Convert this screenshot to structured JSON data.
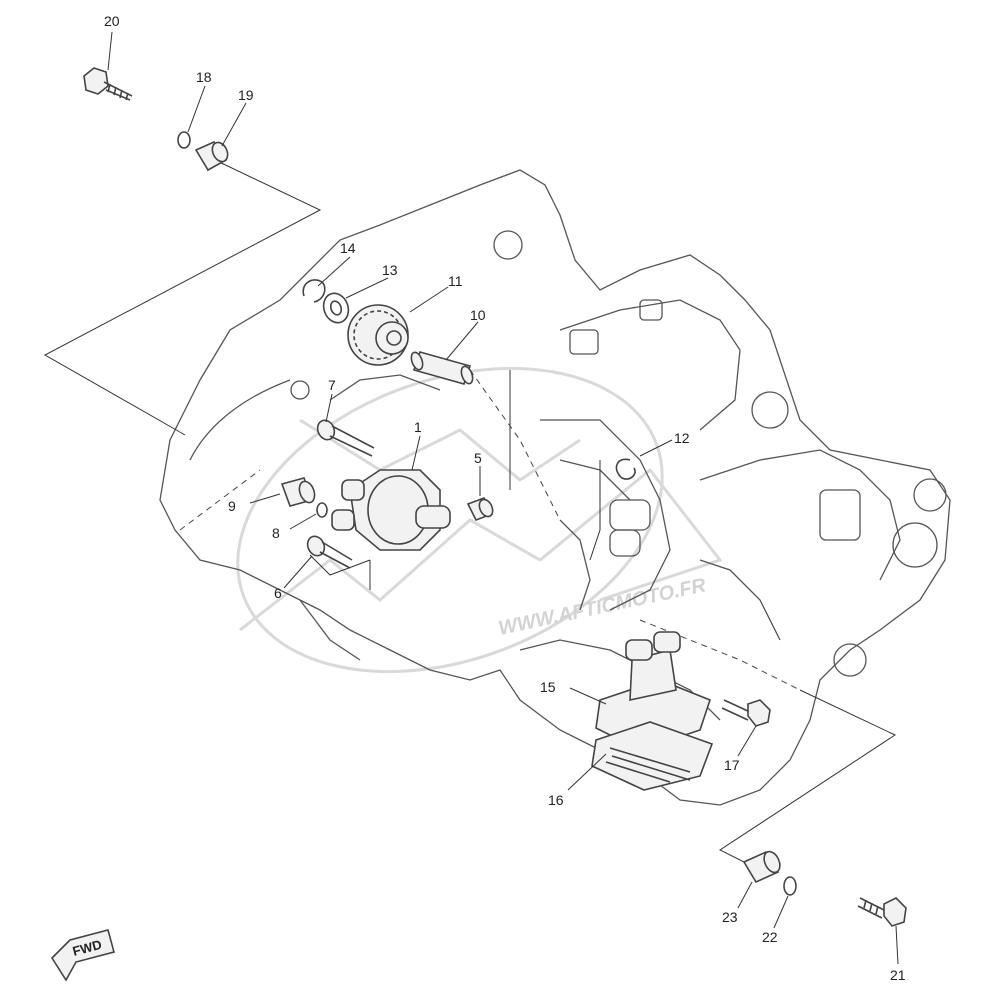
{
  "diagram": {
    "callouts": [
      {
        "id": "c1",
        "label": "1"
      },
      {
        "id": "c5",
        "label": "5"
      },
      {
        "id": "c6",
        "label": "6"
      },
      {
        "id": "c7",
        "label": "7"
      },
      {
        "id": "c8",
        "label": "8"
      },
      {
        "id": "c9",
        "label": "9"
      },
      {
        "id": "c10",
        "label": "10"
      },
      {
        "id": "c11",
        "label": "11"
      },
      {
        "id": "c12",
        "label": "12"
      },
      {
        "id": "c13",
        "label": "13"
      },
      {
        "id": "c14",
        "label": "14"
      },
      {
        "id": "c15",
        "label": "15"
      },
      {
        "id": "c16",
        "label": "16"
      },
      {
        "id": "c17",
        "label": "17"
      },
      {
        "id": "c18",
        "label": "18"
      },
      {
        "id": "c19",
        "label": "19"
      },
      {
        "id": "c20",
        "label": "20"
      },
      {
        "id": "c21",
        "label": "21"
      },
      {
        "id": "c22",
        "label": "22"
      },
      {
        "id": "c23",
        "label": "23"
      }
    ],
    "direction_badge": "FWD",
    "watermark_text": "WWW.AFTICMOTO.FR"
  }
}
